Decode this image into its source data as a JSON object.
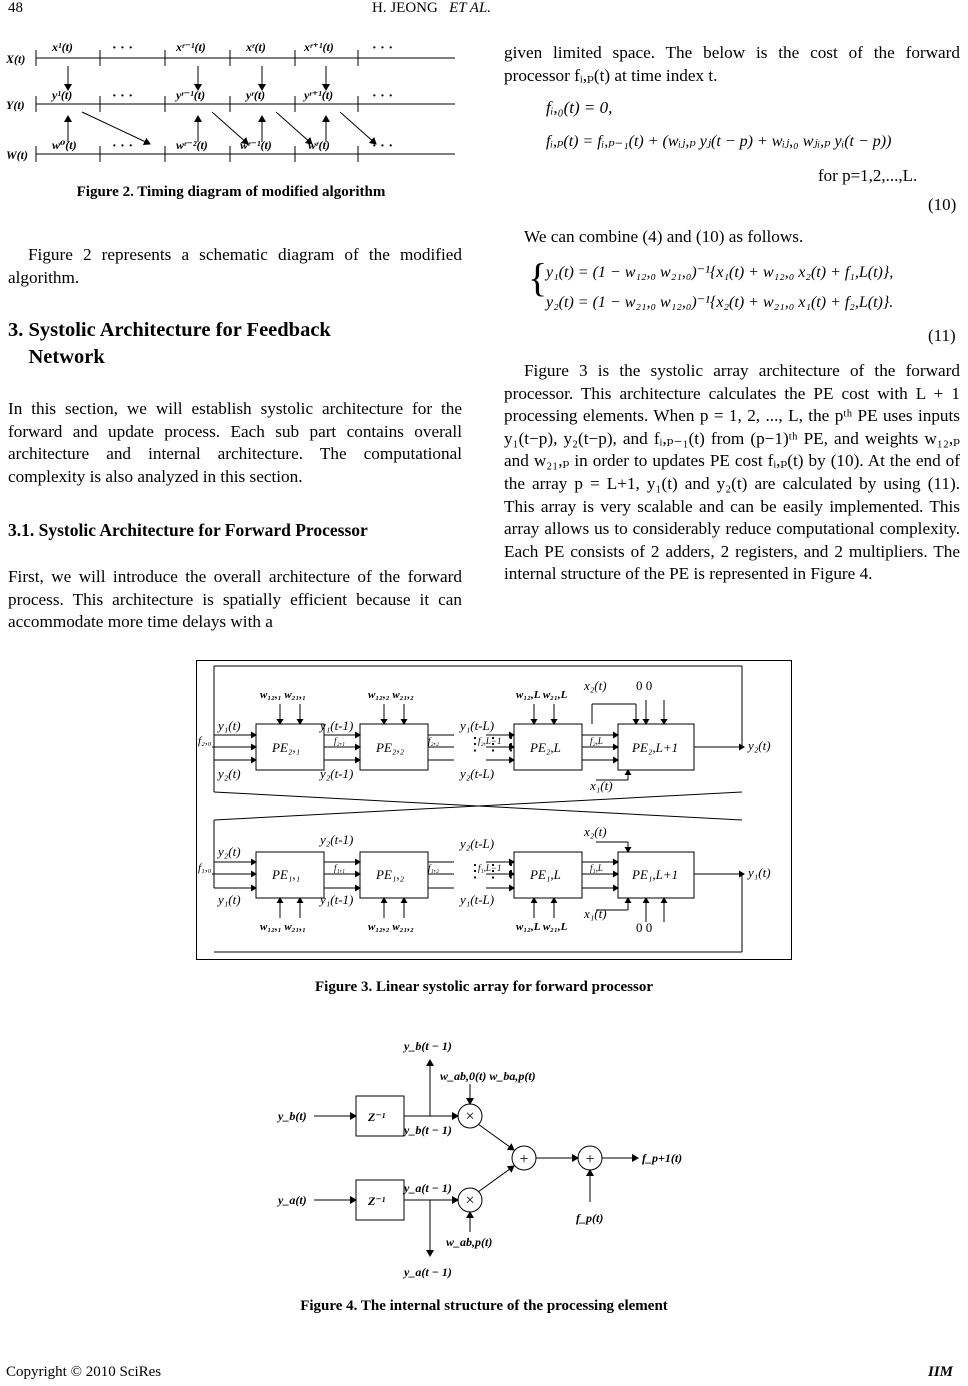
{
  "header": {
    "page_number": "48",
    "authors": "H. JEONG",
    "et_al": "ET AL."
  },
  "fig2": {
    "row_labels": [
      "X(t)",
      "Y(t)",
      "W(t)"
    ],
    "x_cells": [
      "x¹(t)",
      "xʳ⁻¹(t)",
      "xʳ(t)",
      "xʳ⁺¹(t)"
    ],
    "y_cells": [
      "y¹(t)",
      "yʳ⁻¹(t)",
      "yʳ(t)",
      "yʳ⁺¹(t)"
    ],
    "w_cells": [
      "w⁰(t)",
      "wʳ⁻²(t)",
      "wʳ⁻¹(t)",
      "wʳ(t)"
    ],
    "dots": "· · ·",
    "caption": "Figure 2. Timing diagram of modified algorithm"
  },
  "left": {
    "p1": "Figure 2 represents a schematic diagram of the modified algorithm.",
    "sec3_num": "3",
    "sec3_title": "Systolic Architecture for Feedback Network",
    "p2": "In this section, we will establish systolic architecture for the forward and update process. Each sub part contains overall architecture and internal architecture. The computational complexity is also analyzed in this section.",
    "sub31": "3.1. Systolic Architecture for Forward Processor",
    "p3": "First, we will introduce the overall architecture of the forward process. This architecture is spatially efficient because it can accommodate more time delays with a"
  },
  "right": {
    "p1": "given limited space. The below is the cost of the forward processor fᵢ,ₚ(t) at time index t.",
    "eq10_a": "fᵢ,₀(t) = 0,",
    "eq10_b": "fᵢ,ₚ(t) = fᵢ,ₚ₋₁(t) + (wᵢⱼ,ₚ yⱼ(t − p) + wᵢⱼ,₀ wⱼᵢ,ₚ yᵢ(t − p))",
    "eq10_c": "for p=1,2,...,L.",
    "eq10_num": "(10)",
    "p2": "We can combine (4) and (10) as follows.",
    "eq11_a": "y₁(t) = (1 − w₁₂,₀ w₂₁,₀)⁻¹{x₁(t) + w₁₂,₀ x₂(t) + f₁,L(t)},",
    "eq11_b": "y₂(t) = (1 − w₂₁,₀ w₁₂,₀)⁻¹{x₂(t) + w₂₁,₀ x₁(t) + f₂,L(t)}.",
    "eq11_num": "(11)",
    "p3": "Figure 3 is the systolic array architecture of the forward processor. This architecture calculates the PE cost with L + 1 processing elements. When p = 1, 2, ..., L, the pᵗʰ PE uses inputs y₁(t−p), y₂(t−p), and fᵢ,ₚ₋₁(t) from (p−1)ᵗʰ PE, and weights w₁₂,ₚ and w₂₁,ₚ in order to updates PE cost fᵢ,ₚ(t) by (10). At the end of the array p = L+1, y₁(t) and y₂(t) are calculated by using (11). This array is very scalable and can be easily implemented. This array allows us to considerably reduce computational complexity. Each PE consists of 2 adders, 2 registers, and 2 multipliers. The internal structure of the PE is represented in Figure 4."
  },
  "fig3": {
    "caption": "Figure 3. Linear systolic array for forward processor",
    "top": {
      "pe": [
        "PE₂,₁",
        "PE₂,₂",
        "PE₂,L",
        "PE₂,L+1"
      ],
      "w": [
        "w₁₂,₁ w₂₁,₁",
        "w₁₂,₂ w₂₁,₂",
        "w₁₂,L w₂₁,L"
      ],
      "y1": [
        "y₁(t)",
        "y₁(t-1)",
        "y₁(t-L)"
      ],
      "y2": [
        "y₂(t)",
        "y₂(t-1)",
        "y₂(t-L)"
      ],
      "f": [
        "f₂,₀",
        "f₂,₁",
        "f₂,₂",
        "f₂,L−1",
        "f₂,L"
      ],
      "x_top": "x₂(t)",
      "x_bot": "x₁(t)",
      "zeros": "0   0",
      "out": "y₂(t)"
    },
    "bottom": {
      "pe": [
        "PE₁,₁",
        "PE₁,₂",
        "PE₁,L",
        "PE₁,L+1"
      ],
      "w": [
        "w₁₂,₁ w₂₁,₁",
        "w₁₂,₂ w₂₁,₂",
        "w₁₂,L w₂₁,L"
      ],
      "y2": [
        "y₂(t)",
        "y₂(t-1)",
        "y₂(t-L)"
      ],
      "y1": [
        "y₁(t)",
        "y₁(t-1)",
        "y₁(t-L)"
      ],
      "f": [
        "f₁,₀",
        "f₁,₁",
        "f₁,₂",
        "f₁,L−1",
        "f₁,L"
      ],
      "x_top": "x₂(t)",
      "x_bot": "x₁(t)",
      "zeros": "0   0",
      "out": "y₁(t)"
    }
  },
  "fig4": {
    "caption": "Figure 4. The internal structure of the processing element",
    "yb_t": "y_b(t)",
    "ya_t": "y_a(t)",
    "z": "Z⁻¹",
    "yb_t1_top": "y_b(t − 1)",
    "yb_t1_mid": "y_b(t − 1)",
    "ya_t1_mid": "y_a(t − 1)",
    "ya_t1_bot": "y_a(t − 1)",
    "w_top": "w_ab,0(t) w_ba,p(t)",
    "w_bot": "w_ab,p(t)",
    "fp": "f_p(t)",
    "fp1": "f_p+1(t)",
    "times": "×",
    "plus": "+"
  },
  "footer": {
    "copyright": "Copyright © 2010 SciRes",
    "journal": "IIM"
  }
}
